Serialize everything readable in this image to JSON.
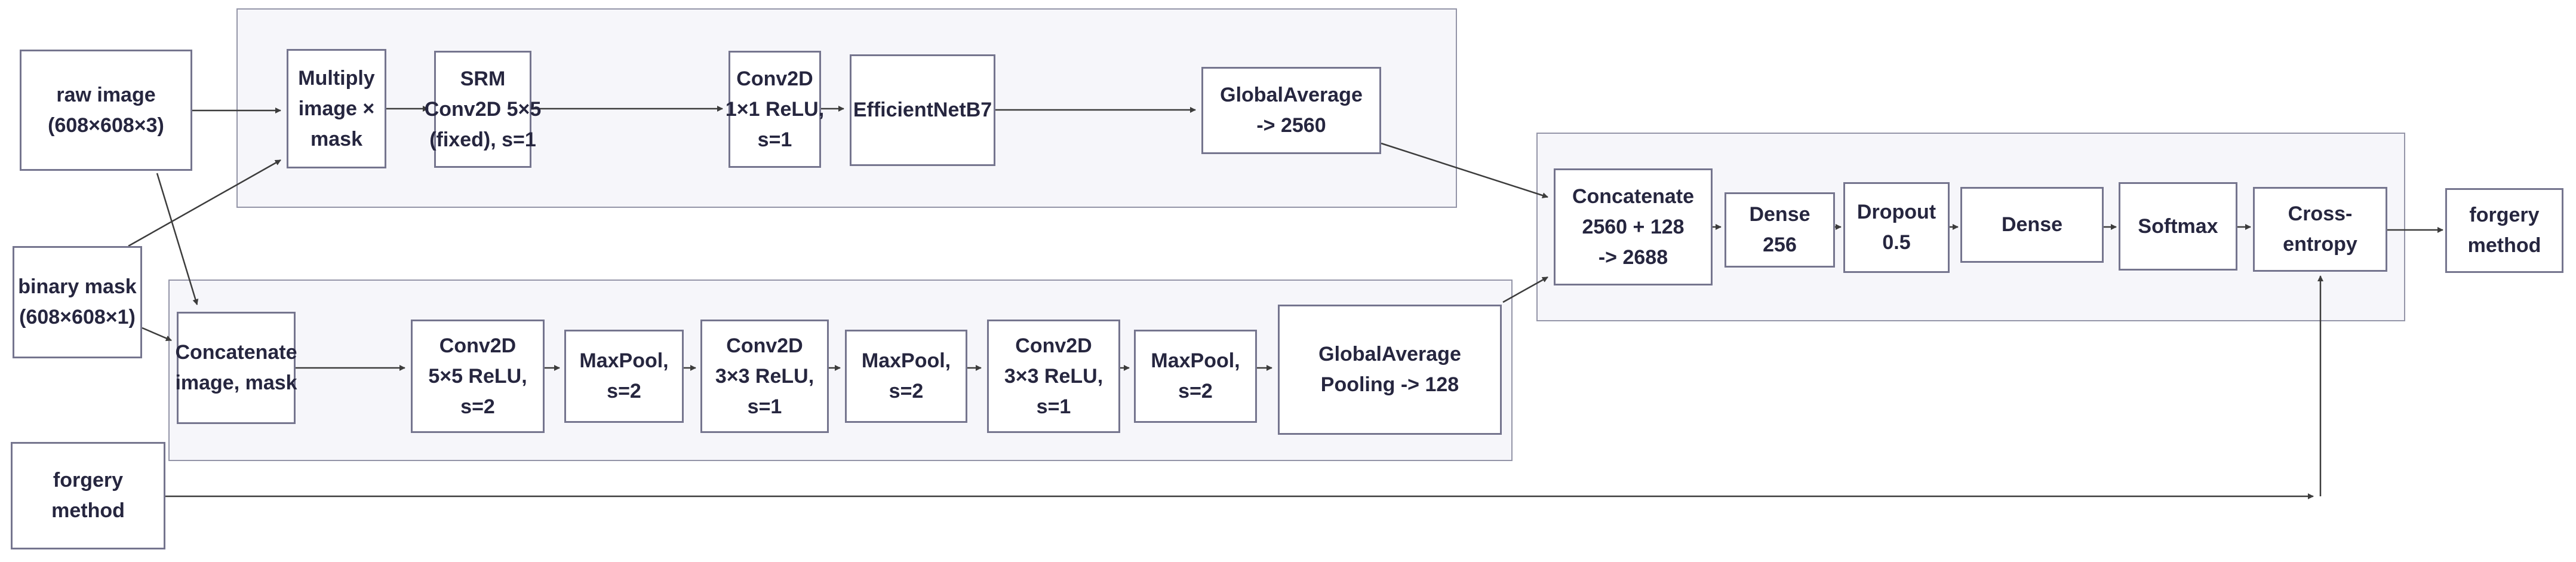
{
  "diagram_title": "forgery method classification network",
  "colors": {
    "background": "#ffffff",
    "group_fill": "#f6f6fa",
    "group_border": "#9495a8",
    "node_fill": "#ffffff",
    "node_border": "#75758e",
    "text": "#26263f",
    "arrow": "#3c3c3c"
  },
  "nodes": {
    "raw_image": {
      "lines": [
        "raw image",
        "(608×608×3)"
      ]
    },
    "binary_mask": {
      "lines": [
        "binary mask",
        "(608×608×1)"
      ]
    },
    "forgery_input": {
      "lines": [
        "forgery",
        "method"
      ]
    },
    "multiply": {
      "lines": [
        "Multiply",
        "image ×",
        "mask"
      ]
    },
    "srm": {
      "lines": [
        "SRM",
        "Conv2D 5×5",
        "(fixed), s=1"
      ]
    },
    "conv1x1": {
      "lines": [
        "Conv2D",
        "1×1 ReLU,",
        "s=1"
      ]
    },
    "efficientnet": {
      "lines": [
        "EfficientNetB7"
      ]
    },
    "gap2560": {
      "lines": [
        "GlobalAverage",
        "-> 2560"
      ]
    },
    "concat_image_mask": {
      "lines": [
        "Concatenate",
        "image, mask"
      ]
    },
    "conv5x5": {
      "lines": [
        "Conv2D",
        "5×5 ReLU,",
        "s=2"
      ]
    },
    "maxpool_1": {
      "lines": [
        "MaxPool,",
        "s=2"
      ]
    },
    "conv3x3_1": {
      "lines": [
        "Conv2D",
        "3×3 ReLU,",
        "s=1"
      ]
    },
    "maxpool_2": {
      "lines": [
        "MaxPool,",
        "s=2"
      ]
    },
    "conv3x3_2": {
      "lines": [
        "Conv2D",
        "3×3 ReLU,",
        "s=1"
      ]
    },
    "maxpool_3": {
      "lines": [
        "MaxPool,",
        "s=2"
      ]
    },
    "gap128": {
      "lines": [
        "GlobalAverage",
        "Pooling -> 128"
      ]
    },
    "concat_features": {
      "lines": [
        "Concatenate",
        "2560 + 128",
        "-> 2688"
      ]
    },
    "dense256": {
      "lines": [
        "Dense",
        "256"
      ]
    },
    "dropout": {
      "lines": [
        "Dropout",
        "0.5"
      ]
    },
    "dense2": {
      "lines": [
        "Dense"
      ]
    },
    "softmax": {
      "lines": [
        "Softmax"
      ]
    },
    "cross_entropy": {
      "lines": [
        "Cross-",
        "entropy"
      ]
    },
    "forgery_output": {
      "lines": [
        "forgery",
        "method"
      ]
    }
  }
}
